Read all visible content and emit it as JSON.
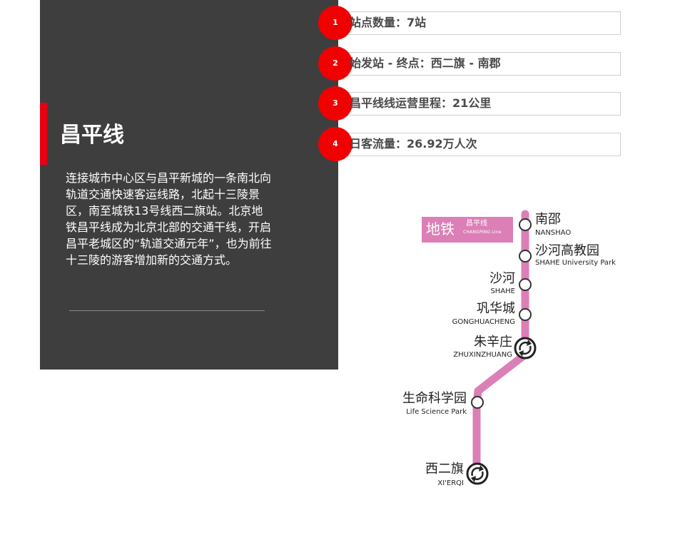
{
  "panel": {
    "title": "昌平线",
    "description": "连接城市中心区与昌平新城的一条南北向轨道交通快速客运线路，北起十三陵景区，南至城铁13号线西二旗站。北京地铁昌平线成为北京北部的交通干线，开启昌平老城区的“轨道交通元年”，也为前往十三陵的游客增加新的交通方式。"
  },
  "stats": [
    {
      "num": "1",
      "text": "站点数量：7站"
    },
    {
      "num": "2",
      "text": "始发站 - 终点：西二旗 - 南郡"
    },
    {
      "num": "3",
      "text": "昌平线线运营里程：21公里"
    },
    {
      "num": "4",
      "text": "日客流量：26.92万人次"
    }
  ],
  "map": {
    "badge_main": "地铁",
    "badge_line": "昌平线",
    "badge_en": "CHANGPING Line",
    "line_color": "#dc7fb6",
    "stations": [
      {
        "cn": "南邵",
        "en": "NANSHAO",
        "transfer": false
      },
      {
        "cn": "沙河高教园",
        "en": "SHAHE University Park",
        "transfer": false
      },
      {
        "cn": "沙河",
        "en": "SHAHE",
        "transfer": false
      },
      {
        "cn": "巩华城",
        "en": "GONGHUACHENG",
        "transfer": false
      },
      {
        "cn": "朱辛庄",
        "en": "ZHUXINZHUANG",
        "transfer": true
      },
      {
        "cn": "生命科学园",
        "en": "Life Science Park",
        "transfer": false
      },
      {
        "cn": "西二旗",
        "en": "XI'ERQI",
        "transfer": true
      }
    ]
  },
  "colors": {
    "panel_bg": "#3e3e3e",
    "accent": "#e60012",
    "badge_red": "#f00000"
  }
}
